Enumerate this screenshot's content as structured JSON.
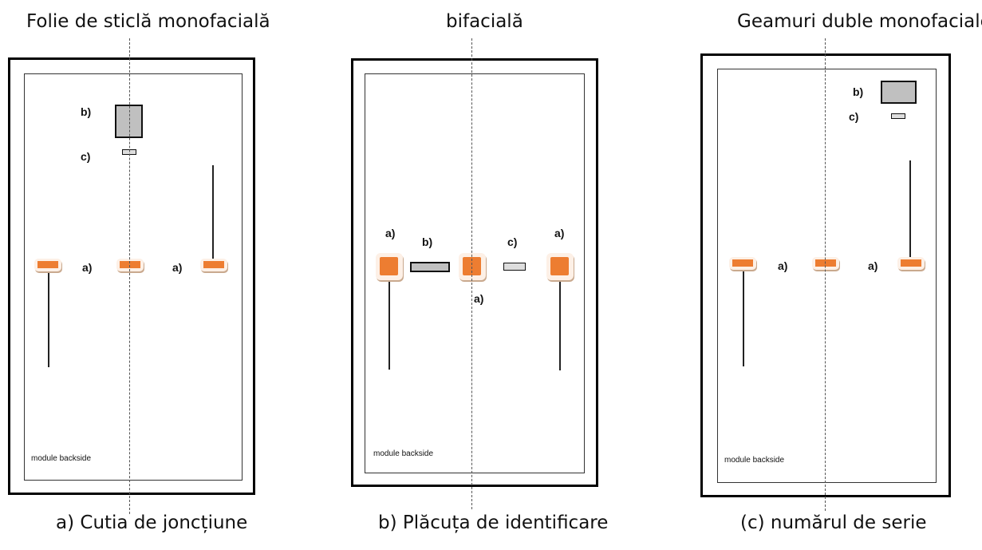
{
  "titles": {
    "left": "Folie de sticlă monofacială",
    "middle": "bifacială",
    "right": "Geamuri duble monofaciale"
  },
  "captions": {
    "left": "a) Cutia de joncțiune",
    "middle": "b) Plăcuța de identificare",
    "right": "(c) numărul de serie"
  },
  "labels": {
    "a": "a)",
    "b": "b)",
    "c": "c)",
    "backside": "module backside"
  },
  "colors": {
    "junction_box": "#ed7d31",
    "nameplate": "#c0c0c0"
  }
}
